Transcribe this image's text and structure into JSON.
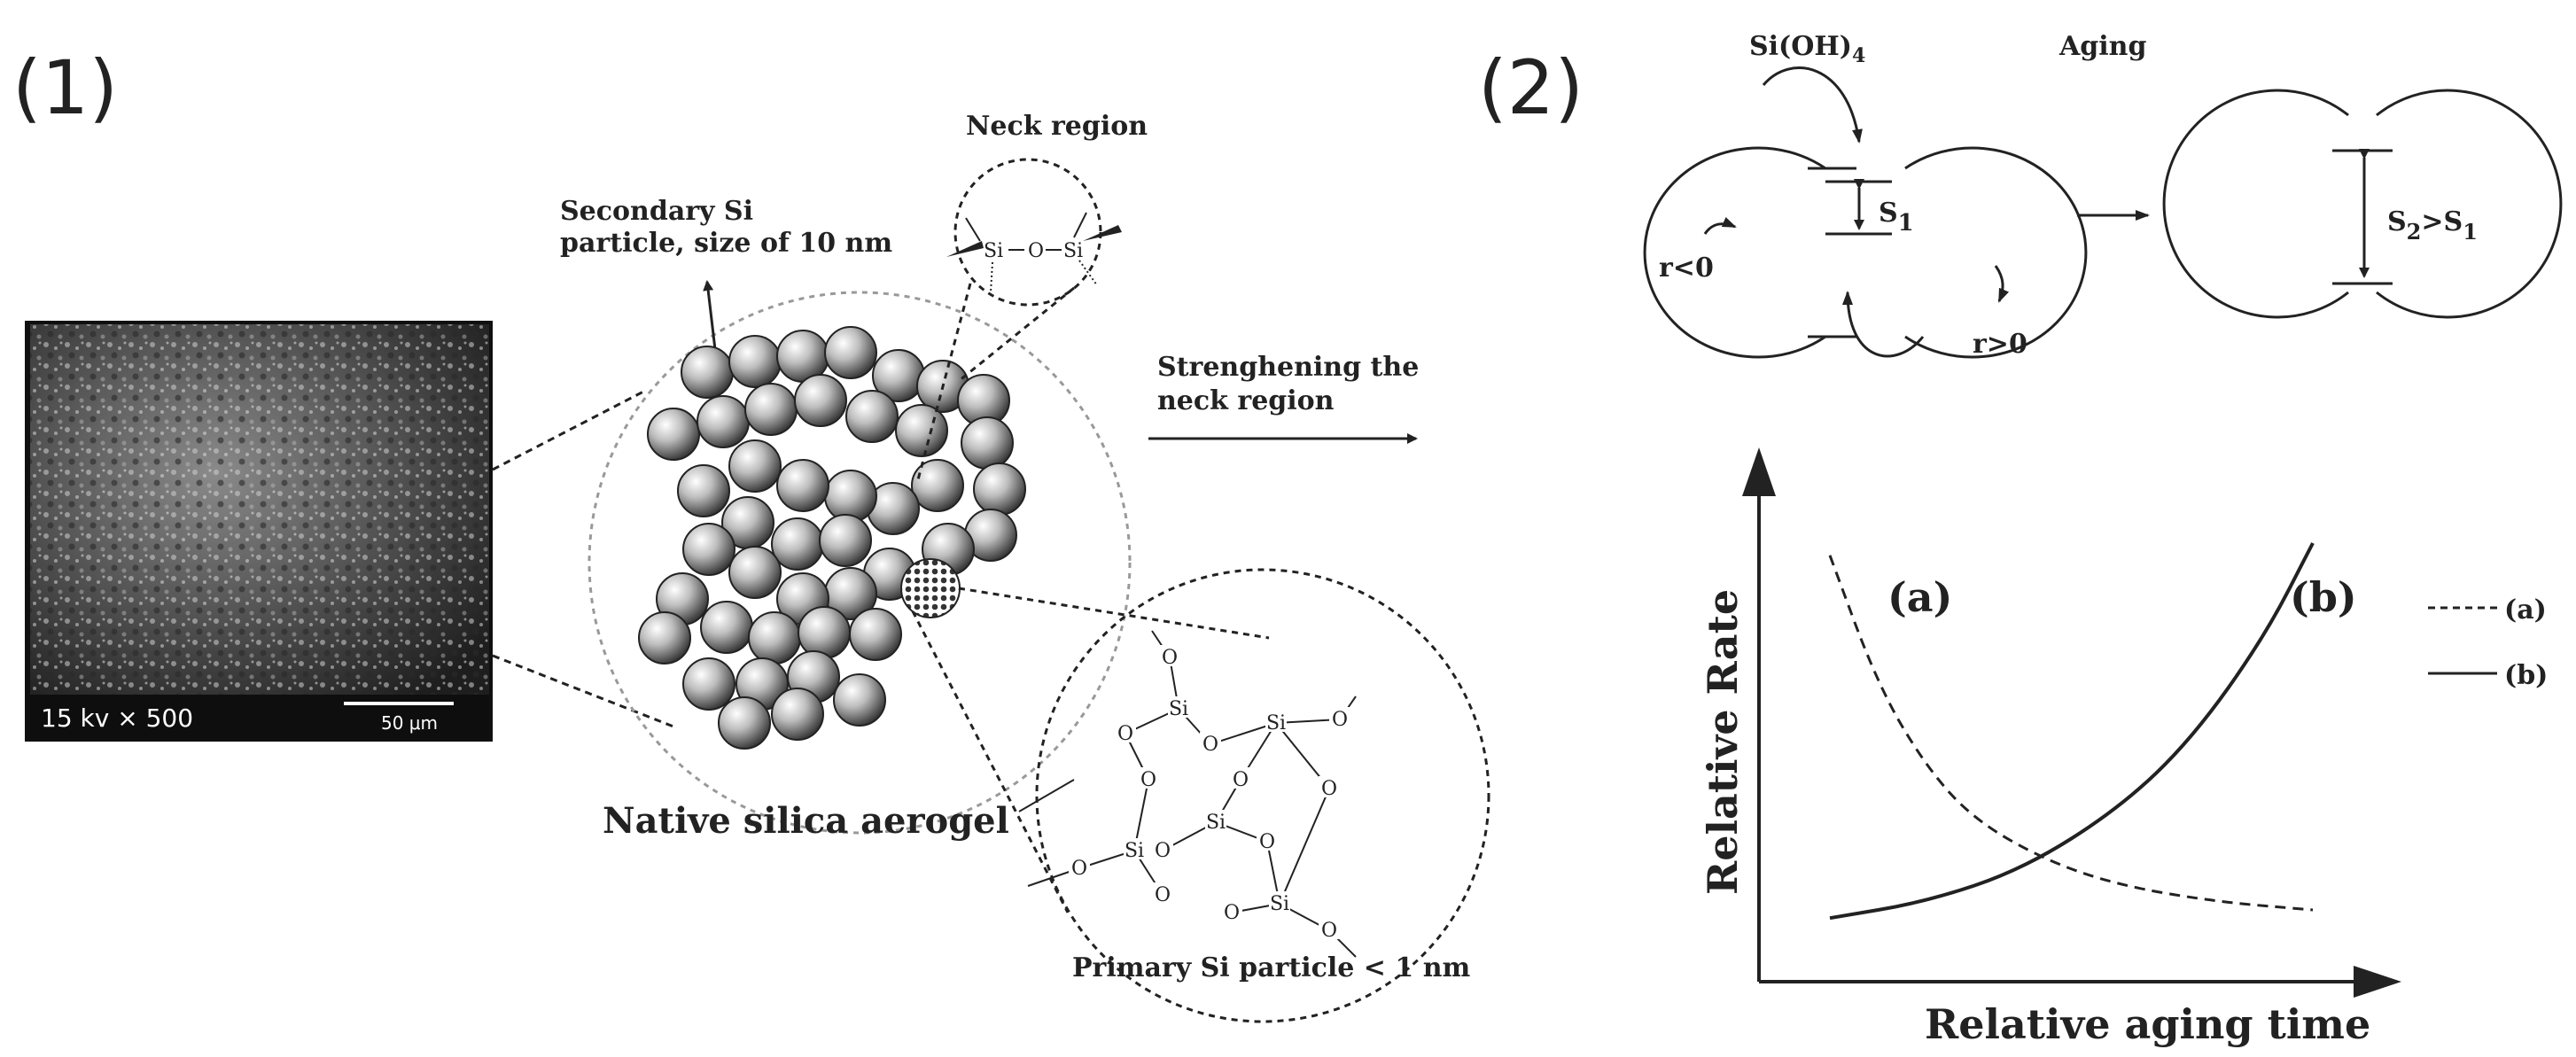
{
  "panel1": {
    "label": "(1)",
    "sem": {
      "caption": "15 kv × 500",
      "scale": "50 μm"
    },
    "secondary": [
      "Secondary Si",
      "particle, size of 10 nm"
    ],
    "neck_title": "Neck region",
    "neck_chem": {
      "si_left": "Si",
      "o": "O",
      "si_right": "Si"
    },
    "arrow_label": [
      "Strenghening the",
      "neck region"
    ],
    "aerogel_label": "Native silica aerogel",
    "primary_label": "Primary Si particle < 1 nm",
    "chem": {
      "si": "Si",
      "o": "O"
    }
  },
  "panel2": {
    "label": "(2)",
    "reactant": "Si(OH)",
    "reactant_sub": "4",
    "aging": "Aging",
    "r_neg": "r<0",
    "r_pos": "r>0",
    "s1": "S",
    "s1_sub": "1",
    "s2": "S",
    "s2_sub": "2",
    "gt": ">S",
    "gt_sub": "1"
  },
  "chart_data": {
    "type": "line",
    "title": "",
    "xlabel": "Relative aging time",
    "ylabel": "Relative Rate",
    "legend_position": "right",
    "series": [
      {
        "name": "(a)",
        "style": "dashed",
        "x": [
          0.0,
          0.1,
          0.2,
          0.3,
          0.45,
          0.6,
          0.8,
          1.0
        ],
        "y": [
          0.92,
          0.6,
          0.4,
          0.27,
          0.17,
          0.11,
          0.07,
          0.05
        ]
      },
      {
        "name": "(b)",
        "style": "solid",
        "x": [
          0.0,
          0.2,
          0.4,
          0.6,
          0.75,
          0.9,
          1.0
        ],
        "y": [
          0.03,
          0.07,
          0.15,
          0.3,
          0.47,
          0.72,
          0.95
        ]
      }
    ],
    "curve_labels": [
      "(a)",
      "(b)"
    ],
    "legend": [
      {
        "label": "(a)",
        "style": "dashed"
      },
      {
        "label": "(b)",
        "style": "solid"
      }
    ]
  }
}
